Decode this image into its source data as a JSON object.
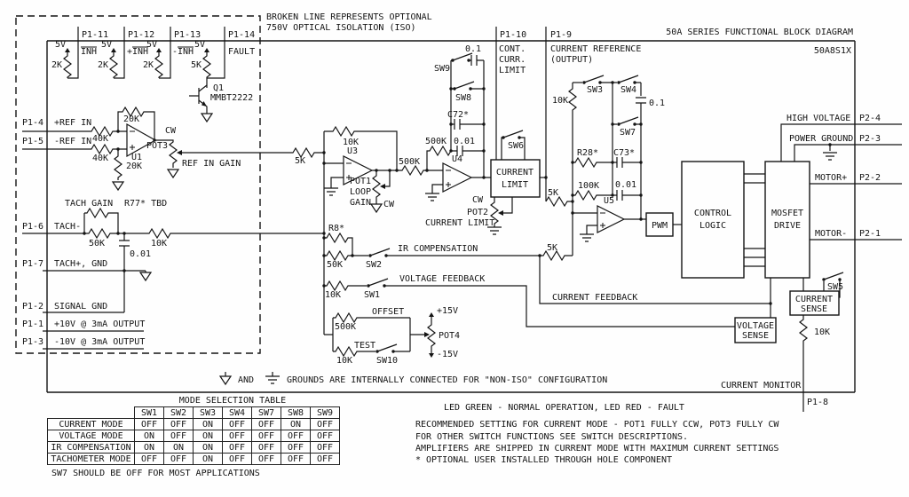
{
  "labels": {
    "iso1": "BROKEN LINE REPRESENTS OPTIONAL",
    "iso2": "750V OPTICAL ISOLATION (ISO)",
    "title": "50A SERIES  FUNCTIONAL BLOCK DIAGRAM",
    "model": "50A8S1X",
    "p1_11": "P1-11",
    "p1_12": "P1-12",
    "p1_13": "P1-13",
    "p1_14": "P1-14",
    "p1_10": "P1-10",
    "p1_9": "P1-9",
    "p1_8": "P1-8",
    "inh": "INH",
    "pinh": "+INH",
    "minh": "-INH",
    "fault": "FAULT",
    "v5": "5V",
    "r2k": "2K",
    "r5k": "5K",
    "r10k": "10K",
    "r20k": "20K",
    "r40k": "40K",
    "r50k": "50K",
    "r100k": "100K",
    "r500k": "500K",
    "c001": "0.01",
    "c01": "0.1",
    "c72": "C72*",
    "c73": "C73*",
    "r8": "R8*",
    "r28": "R28*",
    "r77": "R77* TBD",
    "q1": "Q1",
    "q1_part": "MMBT2222",
    "u1": "U1",
    "u3": "U3",
    "u4": "U4",
    "u5": "U5",
    "cw": "CW",
    "pot1_1": "POT1",
    "pot1_2": "LOOP",
    "pot1_3": "GAIN",
    "pot2": "POT2",
    "pot3": "POT3",
    "pot4": "POT4",
    "cont1": "CONT.",
    "cont2": "CURR.",
    "cont3": "LIMIT",
    "curref1": "CURRENT REFERENCE",
    "curref2": "(OUTPUT)",
    "p1_4": "P1-4",
    "ref_p": "+REF IN",
    "p1_5": "P1-5",
    "ref_m": "-REF IN",
    "ref_in_gain": "REF IN GAIN",
    "tach_gain": "TACH GAIN",
    "p1_6": "P1-6",
    "tach_m": "TACH-",
    "p1_7": "P1-7",
    "tach_p": "TACH+, GND",
    "p1_2": "P1-2",
    "sig_gnd": "SIGNAL GND",
    "p1_1": "P1-1",
    "out10p": "+10V @ 3mA OUTPUT",
    "p1_3": "P1-3",
    "out10m": "-10V @ 3mA OUTPUT",
    "sw1": "SW1",
    "sw2": "SW2",
    "sw3": "SW3",
    "sw4": "SW4",
    "sw5": "SW5",
    "sw6": "SW6",
    "sw7": "SW7",
    "sw8": "SW8",
    "sw9": "SW9",
    "sw10": "SW10",
    "w_current": "CURRENT",
    "w_limit": "LIMIT",
    "w_sense": "SENSE",
    "w_voltage": "VOLTAGE",
    "cur_limit_caption": "CURRENT LIMIT",
    "ir_comp": "IR COMPENSATION",
    "volt_fb": "VOLTAGE FEEDBACK",
    "cur_fb": "CURRENT FEEDBACK",
    "cur_mon": "CURRENT MONITOR",
    "offset": "OFFSET",
    "test": "TEST",
    "p15v": "+15V",
    "m15v": "-15V",
    "pwm": "PWM",
    "control1": "CONTROL",
    "control2": "LOGIC",
    "mosfet1": "MOSFET",
    "mosfet2": "DRIVE",
    "high_v": "HIGH VOLTAGE",
    "p2_4": "P2-4",
    "pwr_gnd": "POWER GROUND",
    "p2_3": "P2-3",
    "motor_p": "MOTOR+",
    "p2_2": "P2-2",
    "motor_m": "MOTOR-",
    "p2_1": "P2-1",
    "and_word": "AND",
    "gnd_note": "GROUNDS ARE INTERNALLY CONNECTED FOR \"NON-ISO\" CONFIGURATION",
    "led_note": "LED GREEN - NORMAL OPERATION, LED RED - FAULT",
    "rec1": "RECOMMENDED SETTING FOR CURRENT MODE - POT1 FULLY CCW, POT3 FULLY CW",
    "rec2": "FOR OTHER SWITCH FUNCTIONS SEE SWITCH DESCRIPTIONS.",
    "rec3": "AMPLIFIERS ARE SHIPPED IN CURRENT MODE WITH MAXIMUM CURRENT SETTINGS",
    "rec4": "* OPTIONAL USER INSTALLED THROUGH HOLE COMPONENT",
    "sw7_note": "SW7 SHOULD BE OFF FOR MOST APPLICATIONS",
    "table_title": "MODE SELECTION TABLE"
  },
  "mode_table": {
    "columns": [
      "SW1",
      "SW2",
      "SW3",
      "SW4",
      "SW7",
      "SW8",
      "SW9"
    ],
    "rows": [
      {
        "label": "CURRENT MODE",
        "values": [
          "OFF",
          "OFF",
          "ON",
          "OFF",
          "OFF",
          "ON",
          "OFF"
        ]
      },
      {
        "label": "VOLTAGE MODE",
        "values": [
          "ON",
          "OFF",
          "ON",
          "OFF",
          "OFF",
          "OFF",
          "OFF"
        ]
      },
      {
        "label": "IR COMPENSATION",
        "values": [
          "ON",
          "ON",
          "ON",
          "OFF",
          "OFF",
          "OFF",
          "OFF"
        ]
      },
      {
        "label": "TACHOMETER MODE",
        "values": [
          "OFF",
          "OFF",
          "ON",
          "OFF",
          "OFF",
          "OFF",
          "OFF"
        ]
      }
    ]
  }
}
